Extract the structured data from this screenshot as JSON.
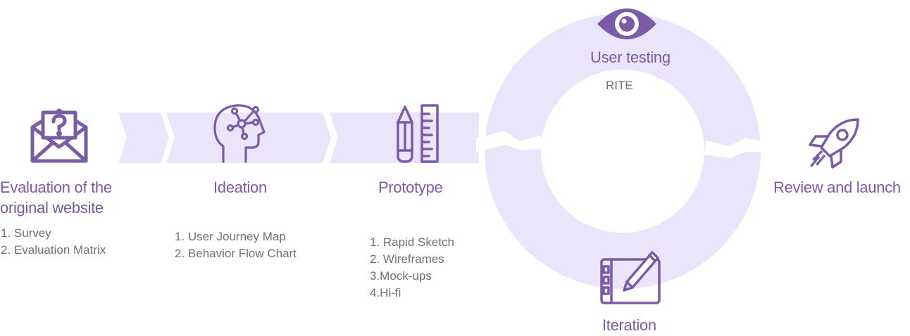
{
  "colors": {
    "band": "#ebe5fb",
    "cycle": "#ebe5fb",
    "accent": "#7b5aa6",
    "text_gray": "#707070"
  },
  "stages": [
    {
      "icon": "envelope-question-icon",
      "title_lines": [
        "Evaluation of the",
        "original website"
      ],
      "items": [
        "1. Survey",
        "2. Evaluation Matrix"
      ]
    },
    {
      "icon": "head-network-icon",
      "title": "Ideation",
      "items": [
        "1. User Journey Map",
        "2. Behavior  Flow Chart"
      ]
    },
    {
      "icon": "pencil-ruler-icon",
      "title": "Prototype",
      "items": [
        "1. Rapid Sketch",
        "2. Wireframes",
        "3.Mock-ups",
        "4.Hi-fi"
      ]
    }
  ],
  "cycle": {
    "top_icon": "eye-icon",
    "top_title": "User testing",
    "top_subtitle": "RITE",
    "bottom_icon": "drawing-tablet-icon",
    "bottom_title": "Iteration"
  },
  "launch": {
    "icon": "rocket-icon",
    "title": "Review and launch"
  }
}
